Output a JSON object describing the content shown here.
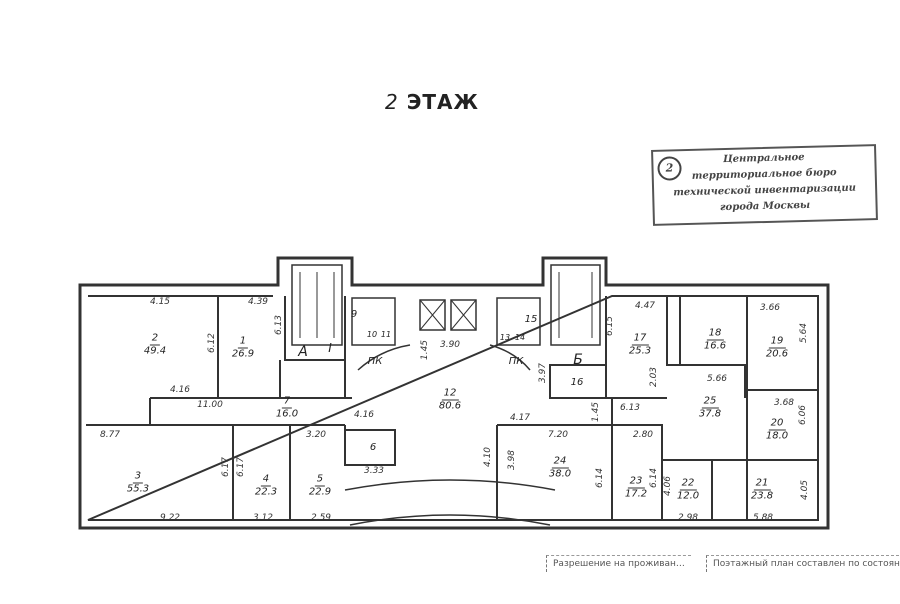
{
  "title": {
    "number": "2",
    "text": "ЭТАЖ"
  },
  "stamp": {
    "mark": "2",
    "lines": [
      "Центральное",
      "территориальное бюро",
      "технической инвентаризации",
      "города Москвы"
    ]
  },
  "footer": {
    "left": "Разрешение на проживан…",
    "right": "Поэтажный план составлен по состоянию на"
  },
  "rooms": [
    {
      "number": "1",
      "area": "26.9"
    },
    {
      "number": "2",
      "area": "49.4"
    },
    {
      "number": "3",
      "area": "55.3"
    },
    {
      "number": "4",
      "area": "22.3"
    },
    {
      "number": "5",
      "area": "22.9"
    },
    {
      "number": "6",
      "area": ""
    },
    {
      "number": "7",
      "area": "16.0"
    },
    {
      "number": "12",
      "area": "80.6"
    },
    {
      "number": "16",
      "area": ""
    },
    {
      "number": "17",
      "area": "25.3"
    },
    {
      "number": "18",
      "area": "16.6"
    },
    {
      "number": "19",
      "area": "20.6"
    },
    {
      "number": "20",
      "area": "18.0"
    },
    {
      "number": "21",
      "area": "23.8"
    },
    {
      "number": "22",
      "area": "12.0"
    },
    {
      "number": "23",
      "area": "17.2"
    },
    {
      "number": "24",
      "area": "38.0"
    },
    {
      "number": "25",
      "area": "37.8"
    }
  ],
  "small_labels": [
    "9",
    "15",
    "А",
    "Б",
    "I",
    "ПК",
    "ПК",
    "10",
    "11",
    "13",
    "14"
  ],
  "dimensions": [
    "4.15",
    "4.39",
    "6.12",
    "6.13",
    "4.16",
    "11.00",
    "4.16",
    "3.20",
    "3.33",
    "8.77",
    "6.17",
    "6.17",
    "9.22",
    "3.12",
    "2.59",
    "3.90",
    "1.45",
    "4.17",
    "3.97",
    "1.45",
    "4.47",
    "6.15",
    "2.03",
    "3.66",
    "5.64",
    "5.66",
    "6.13",
    "3.68",
    "6.06",
    "7.20",
    "2.80",
    "4.10",
    "3.98",
    "6.14",
    "6.14",
    "4.06",
    "2.98",
    "5.88",
    "4.05"
  ]
}
